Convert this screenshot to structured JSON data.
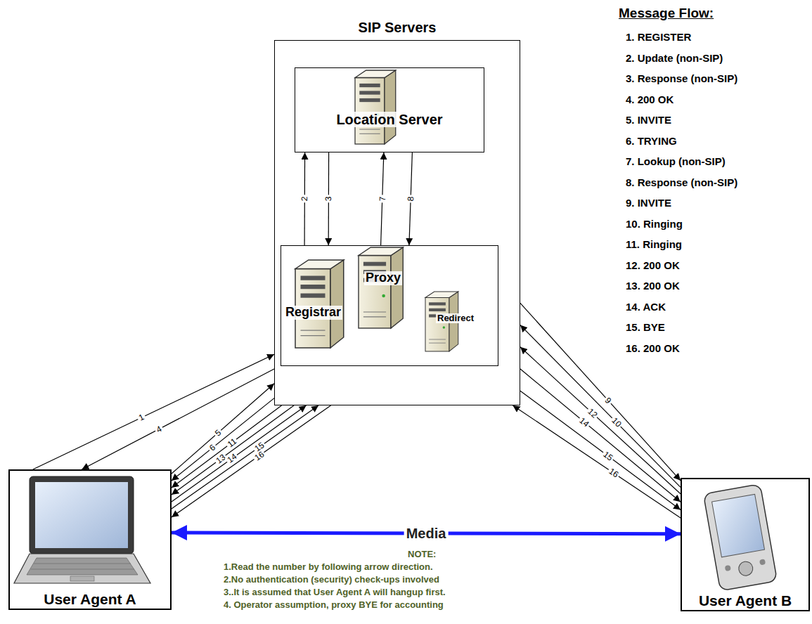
{
  "diagram": {
    "nodes": [
      {
        "text": [
          "SIP Servers"
        ]
      },
      {
        "text": [
          "Location Server"
        ],
        "in": 0
      },
      {
        "text": [
          "Registrar",
          "Proxy",
          "Redirect"
        ],
        "in": 0
      },
      {
        "text": [
          "User Agent A"
        ]
      },
      {
        "text": [
          "User Agent B"
        ]
      }
    ],
    "edges": [
      {
        "from": 3,
        "to": 0,
        "label": "1",
        "arrow": "to"
      },
      {
        "from": 0,
        "to": 3,
        "label": "4",
        "arrow": "to"
      },
      {
        "from": 3,
        "to": 0,
        "label": "5",
        "arrow": "to"
      },
      {
        "from": 0,
        "to": 3,
        "label": "6",
        "arrow": "to"
      },
      {
        "from": 0,
        "to": 3,
        "label": "11",
        "arrow": "to"
      },
      {
        "from": 0,
        "to": 3,
        "label": "13",
        "arrow": "to"
      },
      {
        "from": 3,
        "to": 0,
        "label": "14",
        "arrow": "to"
      },
      {
        "from": 3,
        "to": 0,
        "label": "15",
        "arrow": "to"
      },
      {
        "from": 0,
        "to": 3,
        "label": "16",
        "arrow": "to"
      },
      {
        "from": 0,
        "to": 4,
        "label": "9",
        "arrow": "to"
      },
      {
        "from": 4,
        "to": 0,
        "label": "10",
        "arrow": "to"
      },
      {
        "from": 4,
        "to": 0,
        "label": "12",
        "arrow": "to"
      },
      {
        "from": 0,
        "to": 4,
        "label": "14",
        "arrow": "to"
      },
      {
        "from": 0,
        "to": 4,
        "label": "15",
        "arrow": "to"
      },
      {
        "from": 4,
        "to": 0,
        "label": "16",
        "arrow": "to"
      },
      {
        "from": 2,
        "to": 1,
        "label": "2",
        "arrow": "to"
      },
      {
        "from": 1,
        "to": 2,
        "label": "3",
        "arrow": "to"
      },
      {
        "from": 2,
        "to": 1,
        "label": "7",
        "arrow": "to"
      },
      {
        "from": 1,
        "to": 2,
        "label": "8",
        "arrow": "to"
      },
      {
        "from": 3,
        "to": 4,
        "label": "Media",
        "arrow": "both"
      }
    ],
    "labels": [
      "Message Flow:",
      "1. REGISTER",
      "2. Update (non-SIP)",
      "3. Response (non-SIP)",
      "4. 200 OK",
      "5. INVITE",
      "6. TRYING",
      "7. Lookup (non-SIP)",
      "8. Response (non-SIP)",
      "9. INVITE",
      "10. Ringing",
      "11. Ringing",
      "12. 200 OK",
      "13. 200 OK",
      "14. ACK",
      "15. BYE",
      "16. 200 OK",
      "NOTE:",
      "1.Read the number by following arrow direction.",
      "2.No authentication (security) check-ups involved",
      "3..It is assumed that User Agent A will hangup first.",
      "4. Operator assumption, proxy BYE for accounting"
    ]
  }
}
